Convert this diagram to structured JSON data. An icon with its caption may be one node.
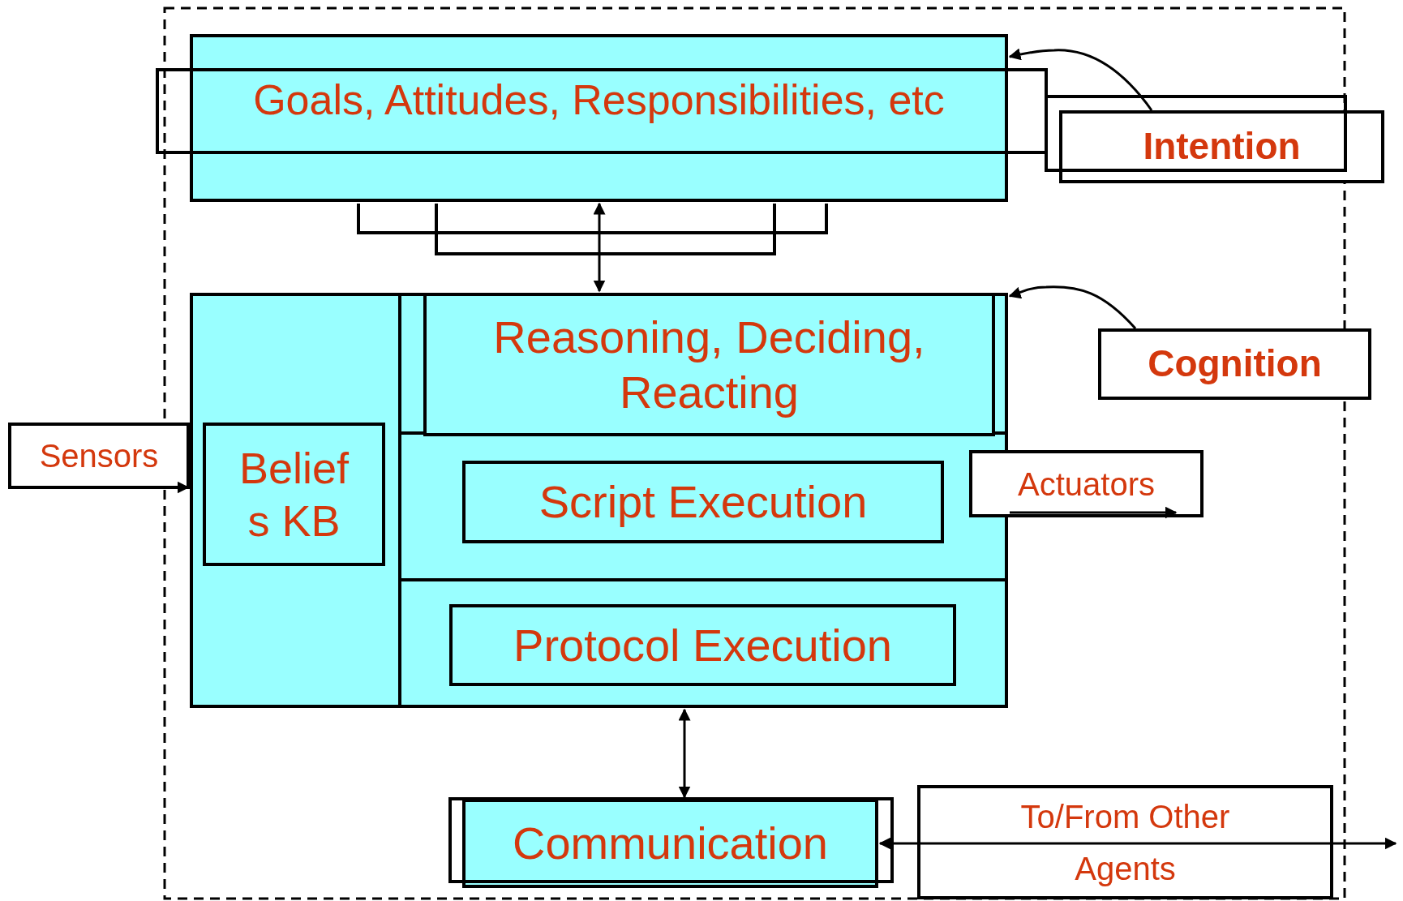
{
  "diagram": {
    "nodes": [
      {
        "text": [
          "Goals, Attitudes, Responsibilities, etc"
        ]
      },
      {
        "text": [
          "Intention"
        ]
      },
      {
        "text": [],
        "shape": "box"
      },
      {
        "text": [
          "Belief s KB"
        ],
        "in": 2
      },
      {
        "text": [
          "Reasoning, Deciding, Reacting"
        ],
        "in": 2
      },
      {
        "text": [
          "Script Execution"
        ],
        "in": 2
      },
      {
        "text": [
          "Protocol Execution"
        ],
        "in": 2
      },
      {
        "text": [
          "Cognition"
        ]
      },
      {
        "text": [
          "Sensors"
        ]
      },
      {
        "text": [
          "Actuators"
        ]
      },
      {
        "text": [
          "Communication"
        ]
      },
      {
        "text": [
          "To/From Other Agents"
        ]
      }
    ],
    "edges": [
      {
        "from": 1,
        "to": 0,
        "arrow": "to"
      },
      {
        "from": 0,
        "to": 2,
        "arrow": "both"
      },
      {
        "from": 7,
        "to": 2,
        "arrow": "to"
      },
      {
        "from": 8,
        "to": 2,
        "arrow": "to"
      },
      {
        "from": 2,
        "to": 9,
        "arrow": "to"
      },
      {
        "from": 2,
        "to": 10,
        "arrow": "both"
      },
      {
        "from": 10,
        "to": null,
        "arrow": "both"
      }
    ]
  }
}
